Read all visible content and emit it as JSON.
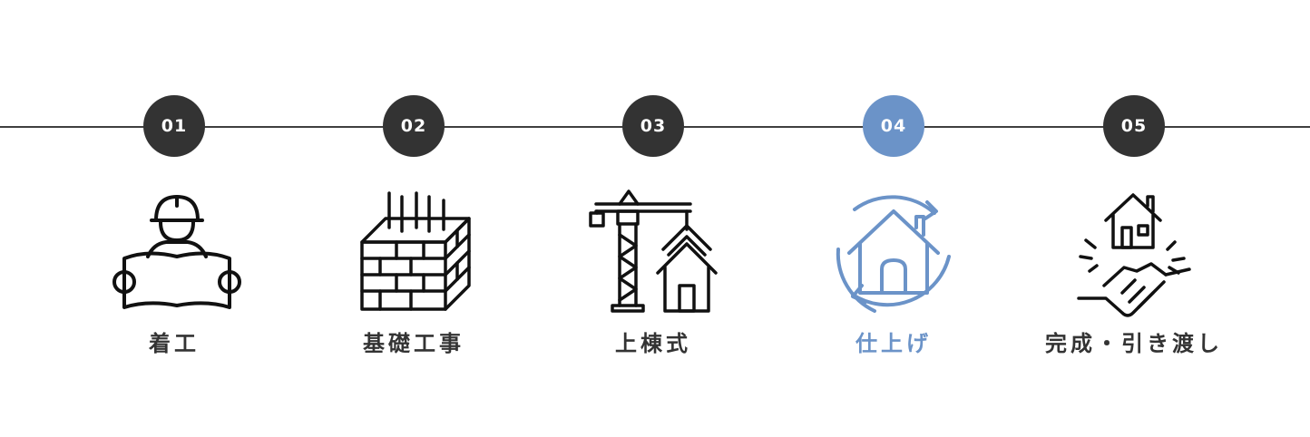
{
  "colors": {
    "active": "#6b93c8",
    "default": "#333333",
    "line": "#3f3f3f"
  },
  "steps": [
    {
      "number": "01",
      "label": "着工",
      "icon": "worker-blueprint-icon",
      "active": false
    },
    {
      "number": "02",
      "label": "基礎工事",
      "icon": "brick-foundation-icon",
      "active": false
    },
    {
      "number": "03",
      "label": "上棟式",
      "icon": "crane-house-icon",
      "active": false
    },
    {
      "number": "04",
      "label": "仕上げ",
      "icon": "house-refresh-icon",
      "active": true
    },
    {
      "number": "05",
      "label": "完成・引き渡し",
      "icon": "handshake-house-icon",
      "active": false
    }
  ]
}
